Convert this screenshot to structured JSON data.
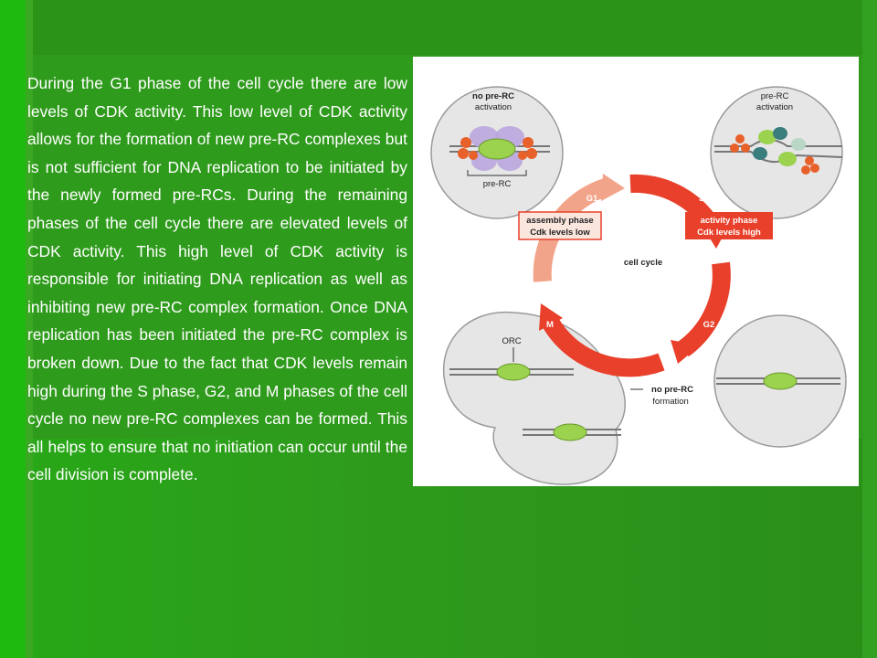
{
  "slide": {
    "paragraph": "During the G1 phase of the cell cycle there are low levels of CDK activity. This low level of CDK activity allows for the formation of new pre-RC complexes but is not sufficient for DNA replication to be initiated by the newly formed pre-RCs. During the remaining phases of the cell cycle there are elevated levels of CDK activity. This high level of CDK activity is responsible for initiating DNA replication as well as inhibiting new pre-RC complex formation. Once DNA replication has been initiated the pre-RC complex is broken down. Due to the fact that CDK levels remain high during the S phase, G2, and M phases of the cell cycle no new pre-RC complexes can be formed. This all helps to ensure that no initiation can occur until the cell division is complete."
  },
  "diagram": {
    "center_label": "cell cycle",
    "phases": {
      "g1": "G1",
      "s": "S",
      "g2": "G2",
      "m": "M"
    },
    "assembly_box": {
      "line1": "assembly phase",
      "line2": "Cdk levels low"
    },
    "activity_box": {
      "line1": "activity phase",
      "line2": "Cdk levels high"
    },
    "top_left_cell": {
      "line1": "no pre-RC",
      "line2": "activation",
      "bracket_label": "pre-RC"
    },
    "top_right_cell": {
      "line1": "pre-RC",
      "line2": "activation"
    },
    "bottom_left_cell": {
      "label": "ORC"
    },
    "bottom_note": {
      "line1": "no pre-RC",
      "line2": "formation"
    },
    "colors": {
      "background": "#2f9b1c",
      "arrow_red": "#e8402a",
      "arrow_salmon": "#f2a48a",
      "cell_fill": "#e6e6e6",
      "protein_green": "#9bd24e",
      "protein_orange": "#e8602a",
      "protein_purple": "#b9a6dd"
    }
  }
}
